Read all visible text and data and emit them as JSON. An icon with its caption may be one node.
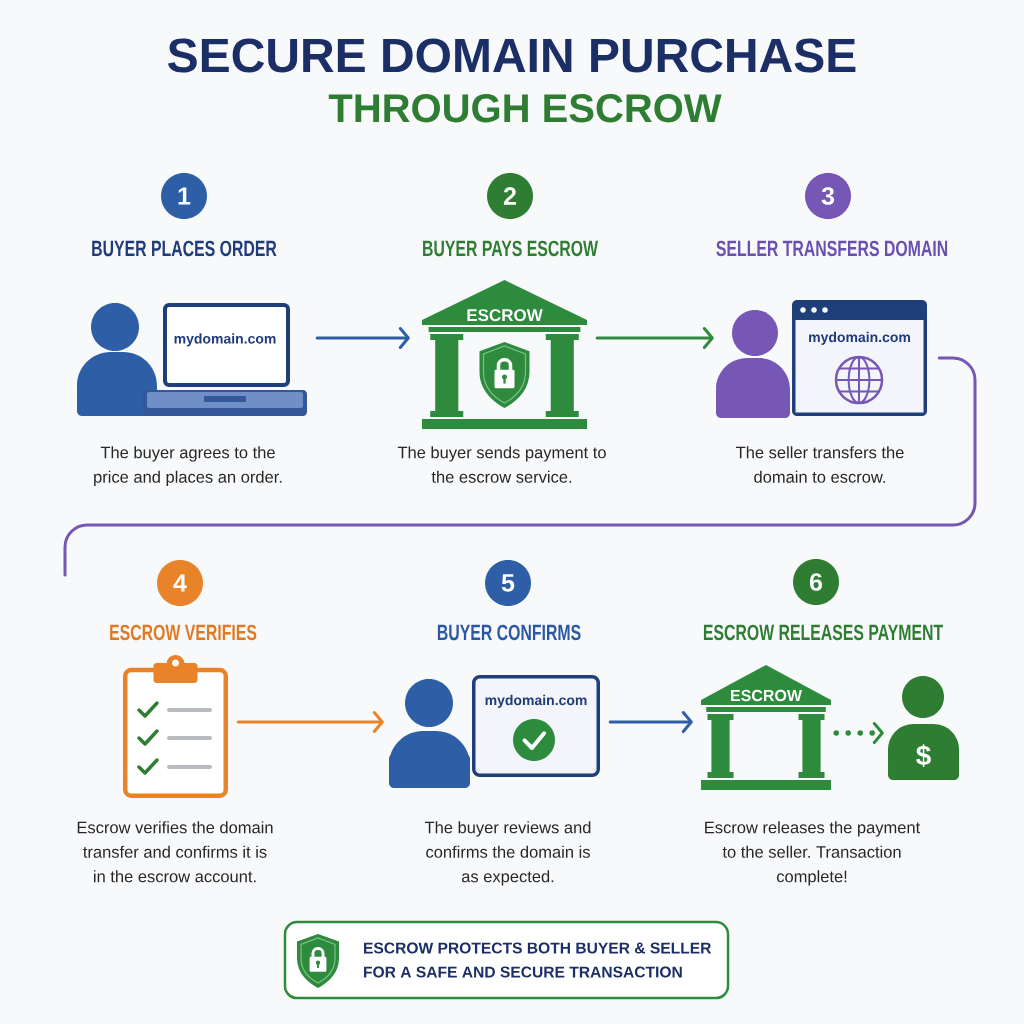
{
  "diagram": {
    "title": "SECURE DOMAIN PURCHASE",
    "nodes": [
      {
        "text": [
          "1"
        ],
        "beside": [
          "BUYER PLACES ORDER"
        ]
      },
      {
        "text": [
          "mydomain.com"
        ],
        "beside": [
          "The buyer agrees to the price and places an order."
        ]
      },
      {
        "text": [
          "2"
        ],
        "beside": [
          "BUYER PAYS ESCROW"
        ]
      },
      {
        "text": [
          "ESCROW"
        ],
        "beside": [
          "The buyer sends payment to the escrow service."
        ]
      },
      {
        "text": [
          "3"
        ],
        "beside": [
          "SELLER TRANSFERS DOMAIN"
        ]
      },
      {
        "text": [],
        "shape": "person"
      },
      {
        "text": [
          "mydomain.com"
        ],
        "beside": [
          "The seller transfers the domain to escrow."
        ]
      },
      {
        "text": [
          "4"
        ],
        "beside": [
          "ESCROW VERIFIES"
        ]
      },
      {
        "text": [],
        "shape": "picture",
        "beside": [
          "Escrow verifies the domain transfer and confirms it is in the escrow account."
        ]
      },
      {
        "text": [
          "5"
        ],
        "beside": [
          "BUYER CONFIRMS"
        ]
      },
      {
        "text": [],
        "shape": "person"
      },
      {
        "text": [
          "mydomain.com"
        ],
        "beside": [
          "The buyer reviews and confirms the domain is as expected."
        ]
      },
      {
        "text": [
          "6"
        ],
        "beside": [
          "ESCROW RELEASES PAYMENT"
        ]
      },
      {
        "text": [
          "ESCROW"
        ],
        "beside": [
          "Escrow releases the payment to the seller. Transaction complete!"
        ]
      },
      {
        "text": [
          "$"
        ]
      },
      {
        "text": [
          "ESCROW PROTECTS BOTH BUYER & SELLER FOR A SAFE AND SECURE TRANSACTION"
        ]
      }
    ],
    "edges": [
      {
        "from": 1,
        "to": 3,
        "arrow": "to",
        "color": "#2e5fa6"
      },
      {
        "from": 3,
        "to": 5,
        "arrow": "to",
        "color": "#2e8b3e"
      },
      {
        "from": 6,
        "to": null,
        "arrow": "none",
        "color": "#7657b5"
      },
      {
        "from": 8,
        "to": 10,
        "arrow": "to",
        "color": "#e8832a"
      },
      {
        "from": 11,
        "to": 13,
        "arrow": "to",
        "color": "#2e5fa6"
      },
      {
        "from": 13,
        "to": 14,
        "arrow": "to",
        "style": "dashed",
        "color": "#2e8b3e"
      }
    ],
    "labels": [
      "THROUGH ESCROW"
    ]
  }
}
